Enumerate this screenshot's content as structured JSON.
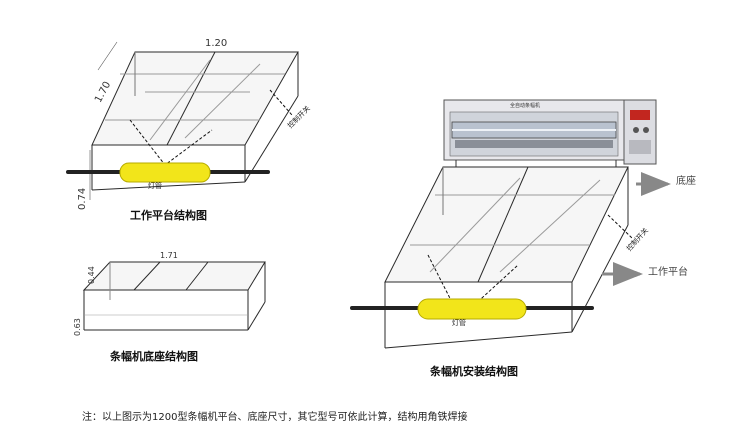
{
  "work_platform": {
    "dim_width": "1.20",
    "dim_depth": "1.70",
    "dim_height": "0.74",
    "lamp_label": "灯管",
    "switch_label": "控制开关",
    "caption": "工作平台结构图"
  },
  "base": {
    "dim_width": "1.71",
    "dim_depth": "0.44",
    "dim_height": "0.63",
    "caption": "条幅机底座结构图"
  },
  "install": {
    "machine_title": "全自动条幅机",
    "base_pointer": "底座",
    "platform_pointer": "工作平台",
    "lamp_label": "灯管",
    "switch_label": "控制开关",
    "caption": "条幅机安装结构图"
  },
  "footnote": "注：以上图示为1200型条幅机平台、底座尺寸，其它型号可依此计算，结构用角铁焊接",
  "colors": {
    "frame": "#2a2a2a",
    "glass": "#9a9a9a",
    "lamp": "#f2e51a",
    "machine_body": "#e8e8ec",
    "arrow": "#888888"
  }
}
